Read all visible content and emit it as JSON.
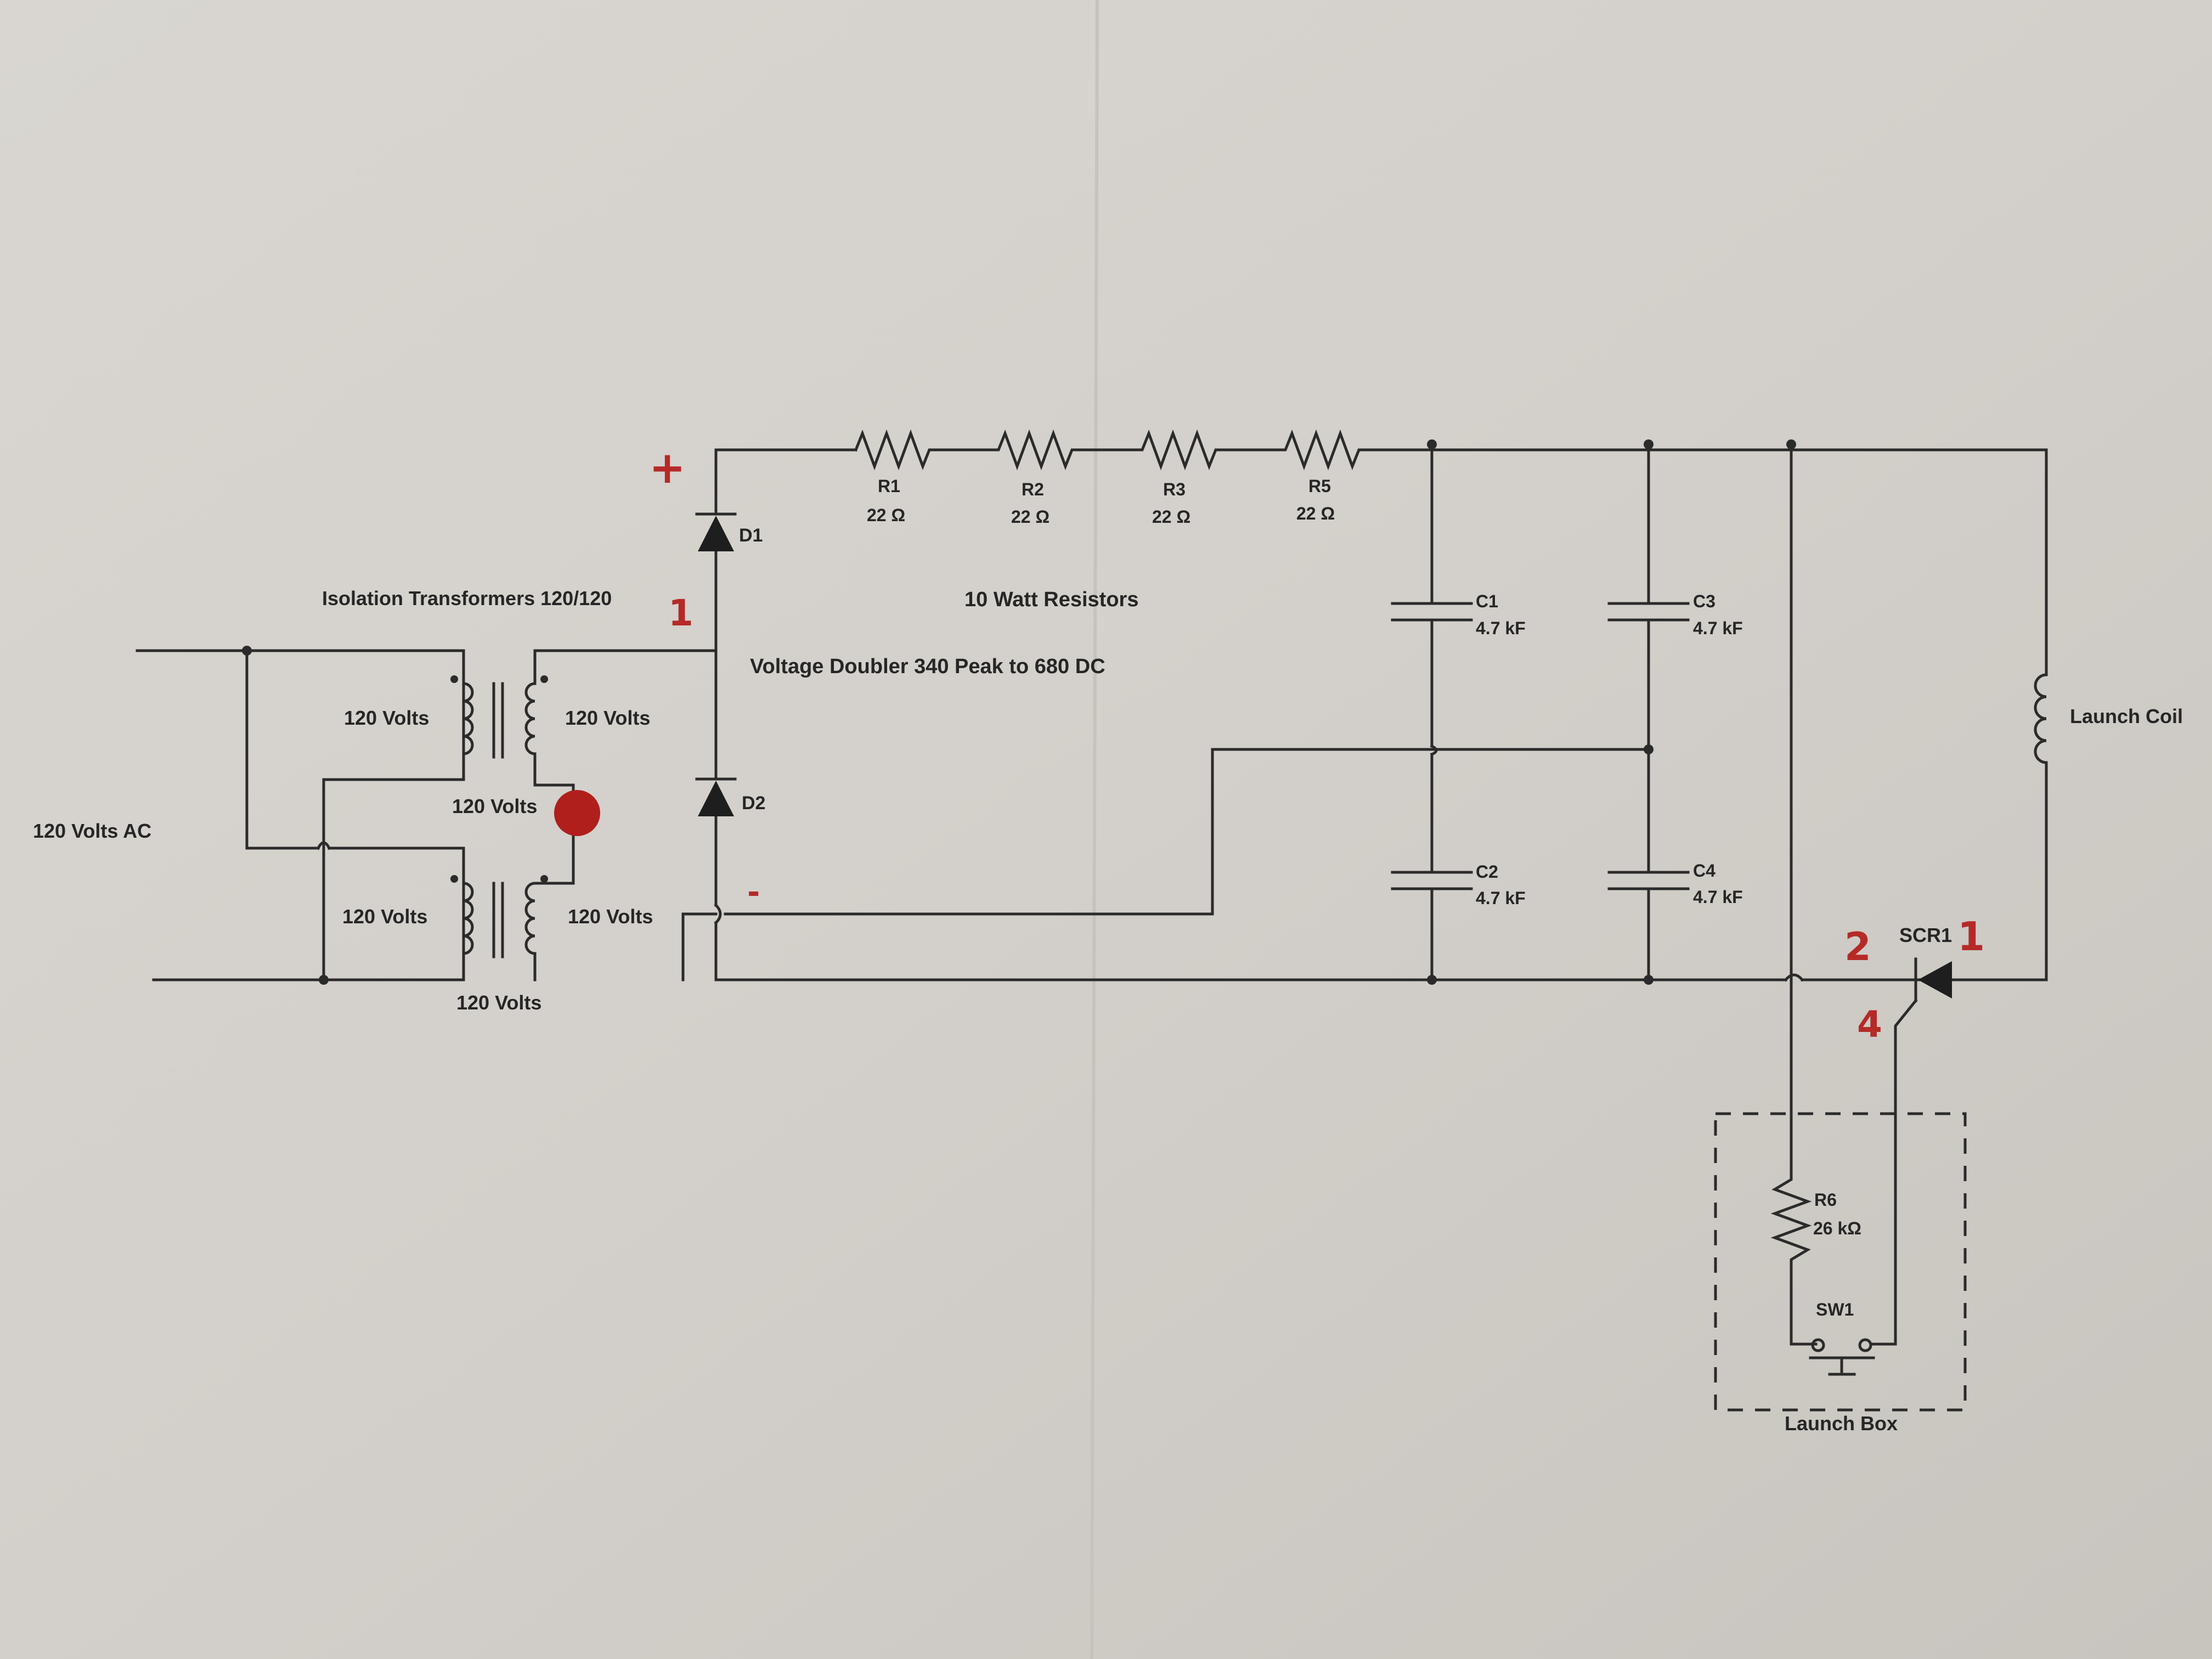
{
  "colors": {
    "paper": "#d4d0cb",
    "ink": "#2b2b2b",
    "annotation_red": "#b52a27"
  },
  "labels": {
    "isolation_transformers": "Isolation Transformers 120/120",
    "ac_input": "120 Volts AC",
    "voltage_doubler": "Voltage Doubler 340 Peak to 680 DC",
    "watt_resistors": "10 Watt Resistors",
    "launch_coil": "Launch Coil",
    "launch_box": "Launch Box",
    "t1_primary": "120 Volts",
    "t1_secondary": "120 Volts",
    "t_between": "120 Volts",
    "t2_primary": "120 Volts",
    "t2_secondary": "120 Volts",
    "t2_bottom": "120 Volts"
  },
  "diodes": [
    {
      "ref": "D1"
    },
    {
      "ref": "D2"
    }
  ],
  "resistors": [
    {
      "ref": "R1",
      "value": "22 Ω"
    },
    {
      "ref": "R2",
      "value": "22 Ω"
    },
    {
      "ref": "R3",
      "value": "22 Ω"
    },
    {
      "ref": "R5",
      "value": "22 Ω"
    }
  ],
  "capacitors": [
    {
      "ref": "C1",
      "value": "4.7 kF"
    },
    {
      "ref": "C3",
      "value": "4.7 kF"
    },
    {
      "ref": "C2",
      "value": "4.7 kF"
    },
    {
      "ref": "C4",
      "value": "4.7 kF"
    }
  ],
  "launch_box": {
    "resistor": {
      "ref": "R6",
      "value": "26 kΩ"
    },
    "switch": {
      "ref": "SW1"
    }
  },
  "scr": {
    "ref": "SCR1"
  },
  "annotations": {
    "plus": "+",
    "minus": "-",
    "node_1_left": "1",
    "scr_pin_1": "1",
    "scr_pin_2": "2",
    "scr_pin_4": "4"
  }
}
